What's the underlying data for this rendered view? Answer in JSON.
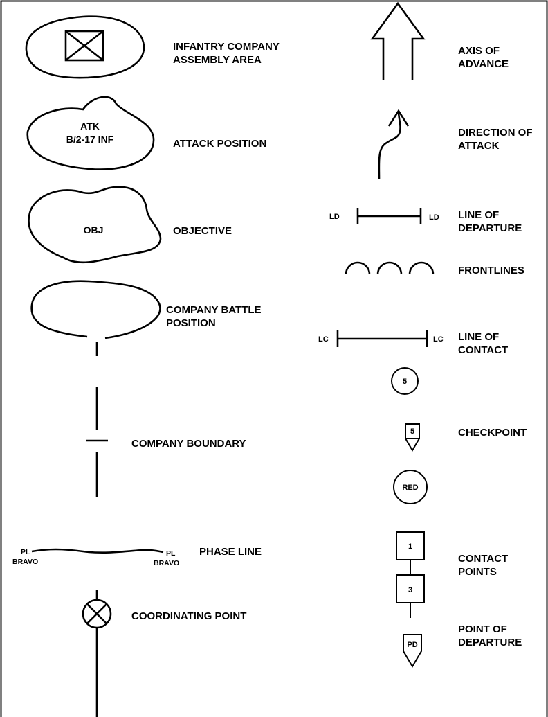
{
  "left_column": {
    "assembly_area": {
      "label_line1": "INFANTRY COMPANY",
      "label_line2": "ASSEMBLY AREA"
    },
    "attack_position": {
      "inner_line1": "ATK",
      "inner_line2": "B/2-17 INF",
      "label": "ATTACK POSITION"
    },
    "objective": {
      "inner": "OBJ",
      "label": "OBJECTIVE"
    },
    "battle_position": {
      "label_line1": "COMPANY BATTLE",
      "label_line2": "POSITION"
    },
    "company_boundary": {
      "label": "COMPANY BOUNDARY"
    },
    "phase_line": {
      "left_top": "PL",
      "left_bottom": "BRAVO",
      "right_top": "PL",
      "right_bottom": "BRAVO",
      "label": "PHASE LINE"
    },
    "coordinating_point": {
      "label": "COORDINATING POINT"
    }
  },
  "right_column": {
    "axis_of_advance": {
      "label_line1": "AXIS OF",
      "label_line2": "ADVANCE"
    },
    "direction_of_attack": {
      "label_line1": "DIRECTION OF",
      "label_line2": "ATTACK"
    },
    "line_of_departure": {
      "left_tag": "LD",
      "right_tag": "LD",
      "label_line1": "LINE OF",
      "label_line2": "DEPARTURE"
    },
    "frontlines": {
      "label": "FRONTLINES"
    },
    "line_of_contact": {
      "left_tag": "LC",
      "right_tag": "LC",
      "label_line1": "LINE OF",
      "label_line2": "CONTACT"
    },
    "checkpoint": {
      "circle_number": "5",
      "marker_number": "5",
      "label": "CHECKPOINT"
    },
    "contact_points": {
      "circle_text": "RED",
      "box1": "1",
      "box2": "3",
      "label_line1": "CONTACT",
      "label_line2": "POINTS"
    },
    "point_of_departure": {
      "marker_text": "PD",
      "label_line1": "POINT OF",
      "label_line2": "DEPARTURE"
    }
  }
}
